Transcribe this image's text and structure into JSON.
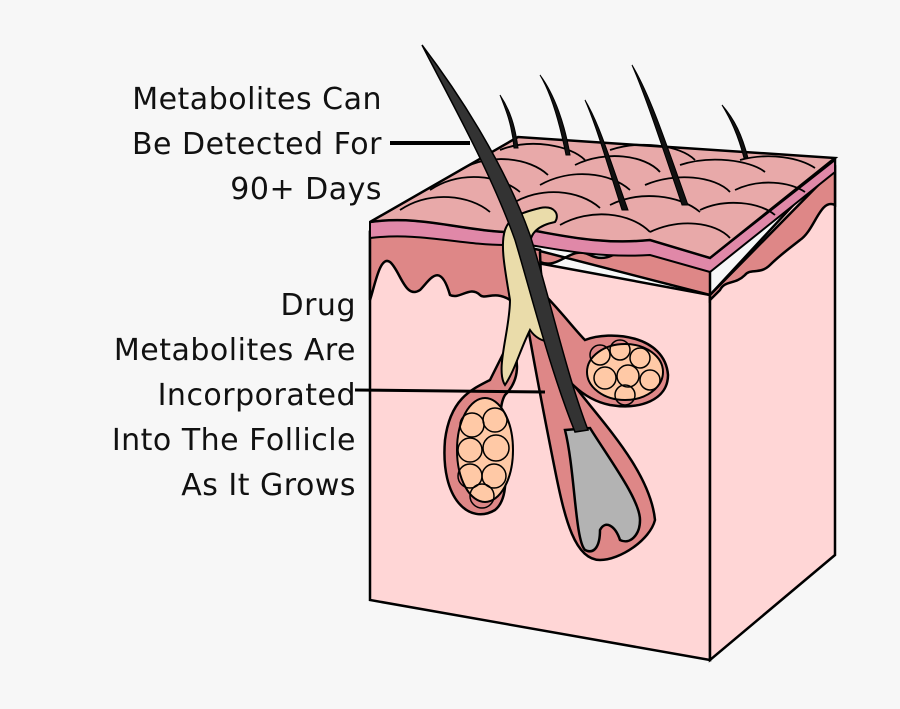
{
  "diagram": {
    "subject": "Hair follicle skin cross-section",
    "colors": {
      "background": "#f7f7f7",
      "skin_surface": "#e8a9a9",
      "pink_band": "#e088a8",
      "epidermis": "#de8787",
      "dermis": "#ffd6d6",
      "sebum": "#eadcaa",
      "hair_shaft": "#333333",
      "hair_bulb": "#b3b3b3",
      "gland_cells": "#ffc9a6",
      "outline": "#000000"
    }
  },
  "labels": {
    "top": {
      "lines": [
        "Metabolites Can",
        "Be Detected For",
        "90+ Days"
      ]
    },
    "middle": {
      "lines": [
        "Drug",
        "Metabolites Are",
        "Incorporated",
        "Into The Follicle",
        "As It Grows"
      ]
    }
  }
}
